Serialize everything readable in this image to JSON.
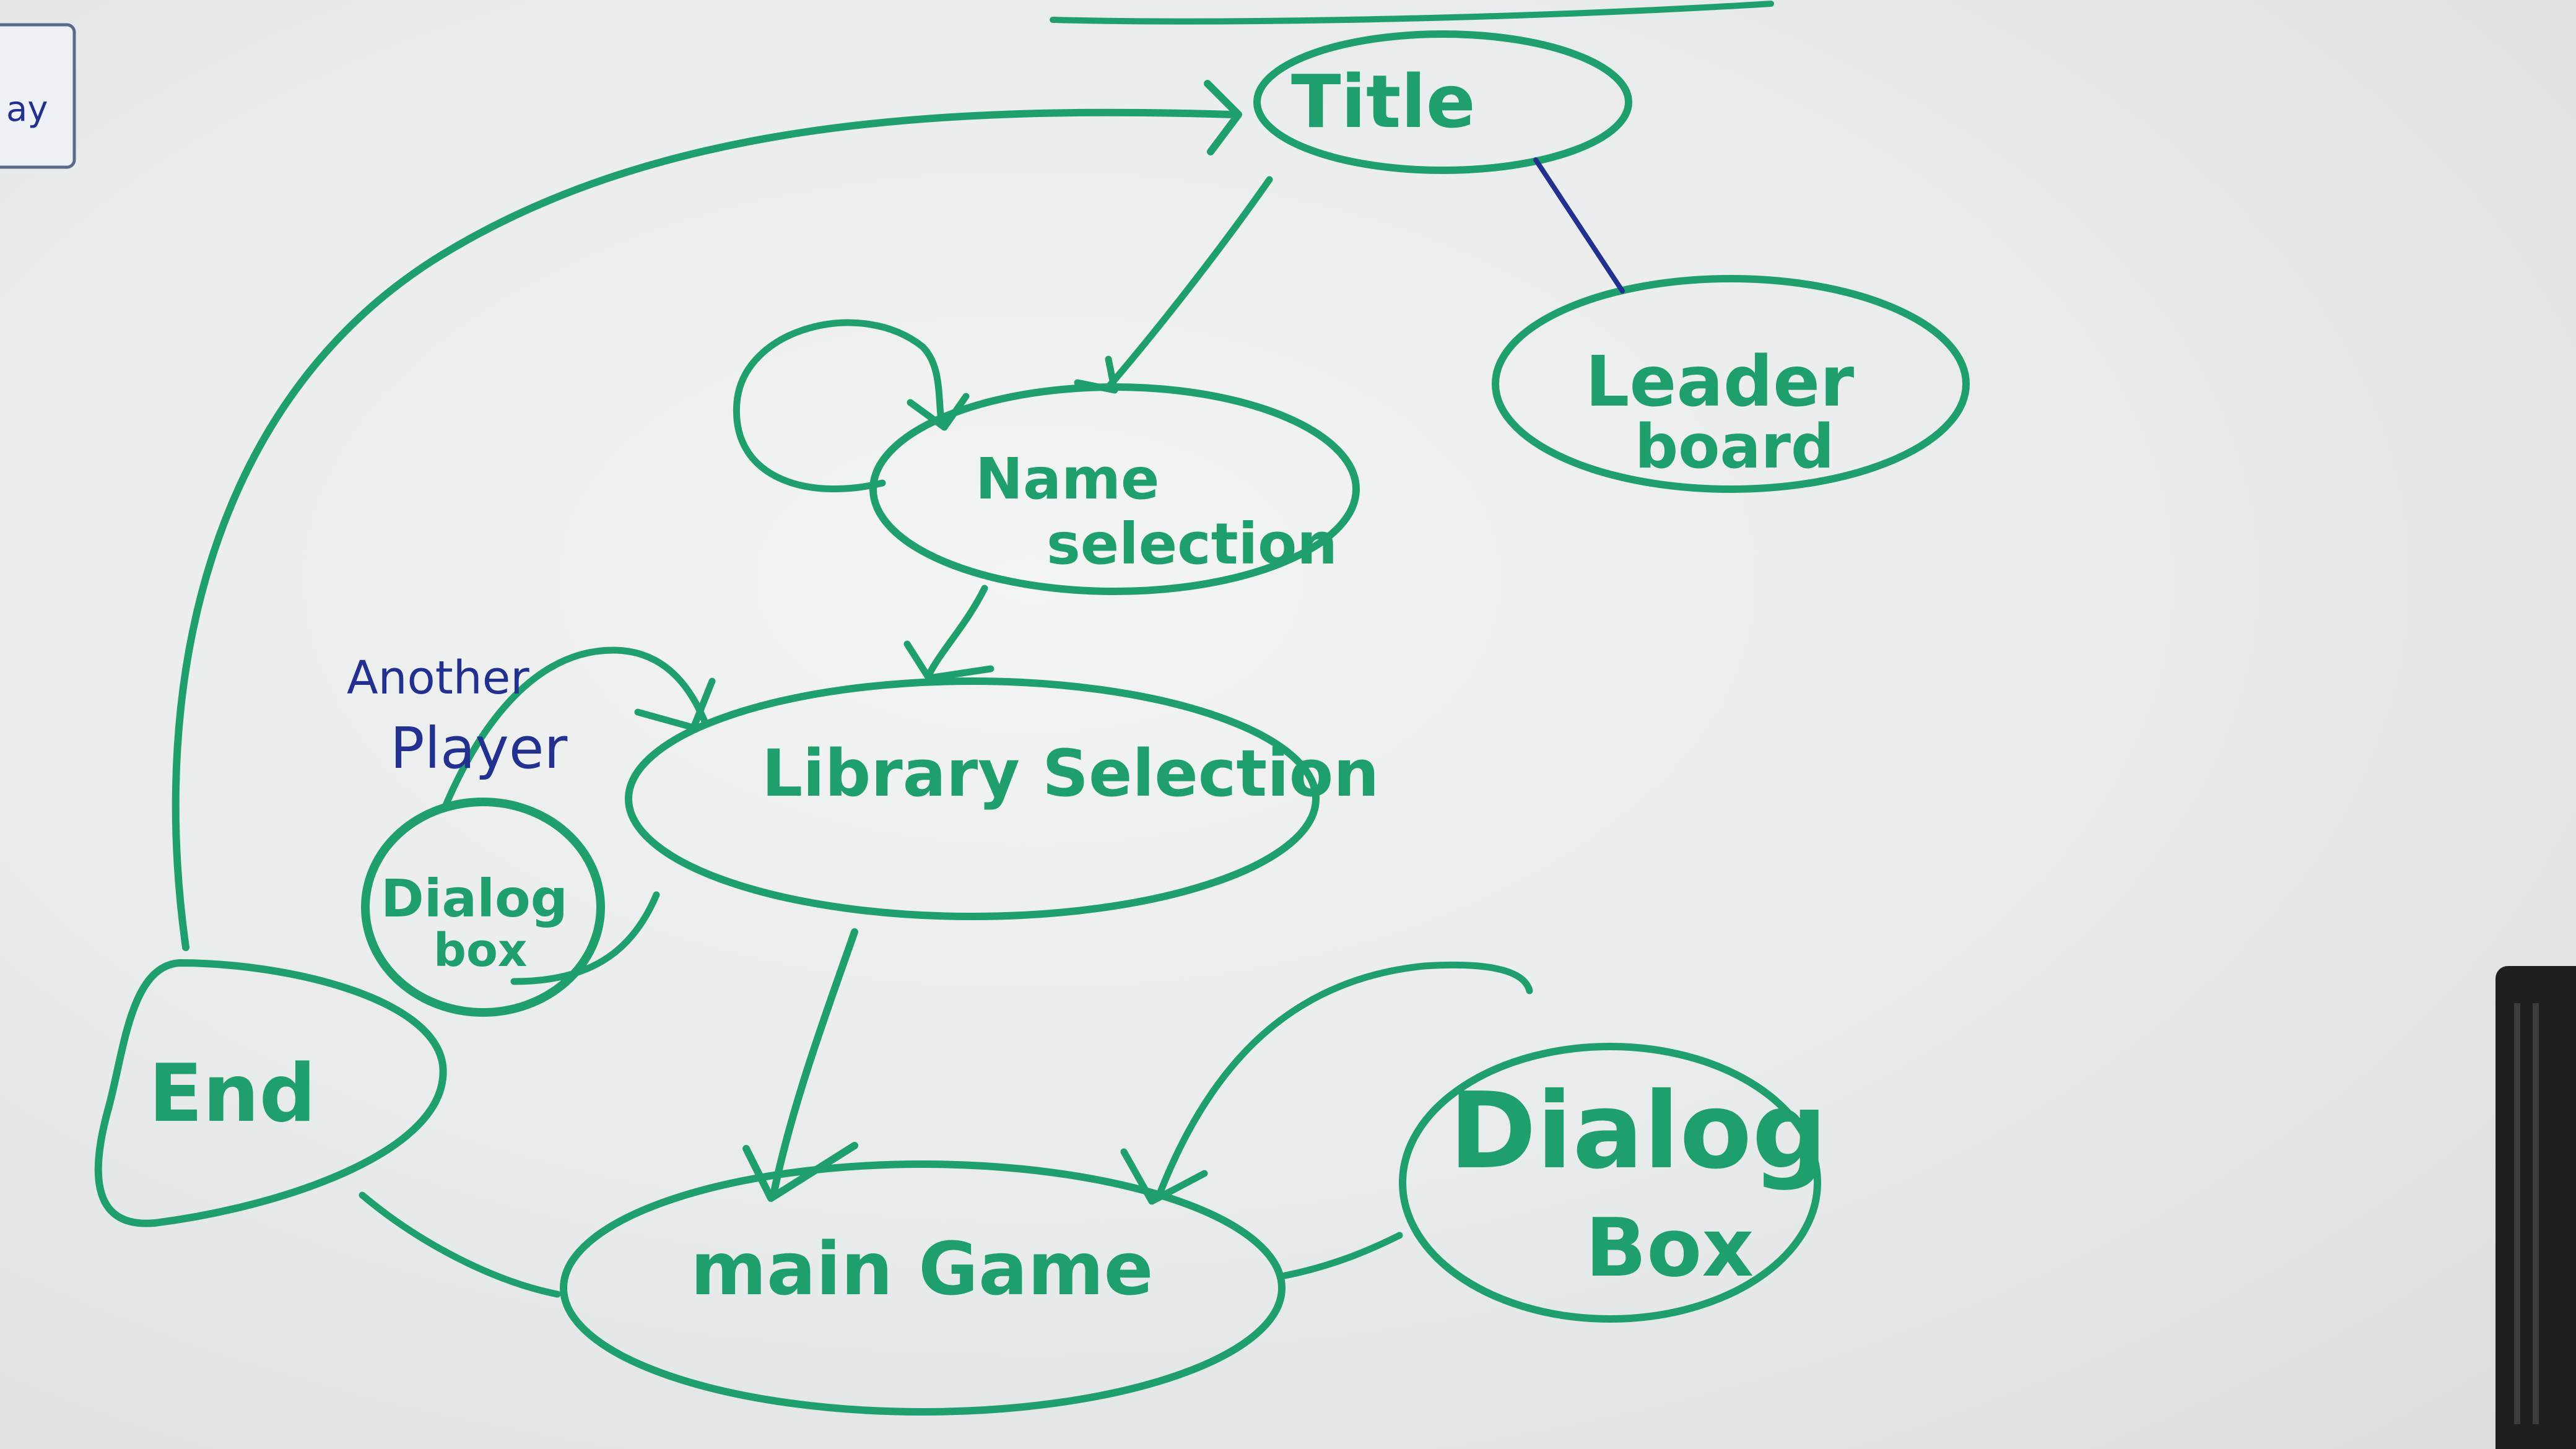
{
  "nodes": {
    "title": "Title",
    "leaderboard_line1": "Leader",
    "leaderboard_line2": "board",
    "name_selection_line1": "Name",
    "name_selection_line2": "selection",
    "library_selection": "Library Selection",
    "dialog_box_small_line1": "Dialog",
    "dialog_box_small_line2": "box",
    "end": "End",
    "main_game": "main Game",
    "dialog_box_large_line1": "Dialog",
    "dialog_box_large_line2": "Box"
  },
  "annotations": {
    "another_player_line1": "Another",
    "another_player_line2": "Player"
  },
  "corner_note": "ay",
  "colors": {
    "marker_green": "#1f9f6d",
    "marker_blue": "#22308f",
    "board": "#eef0f0"
  }
}
